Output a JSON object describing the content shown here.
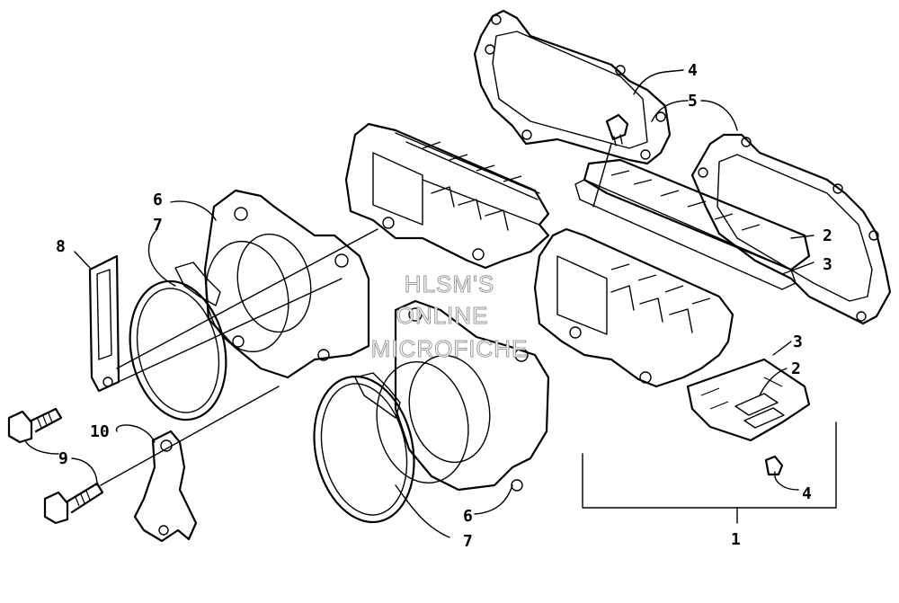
{
  "watermark": {
    "line1": "HLSM'S",
    "line2": "ONLINE",
    "line3": "MICROFICHE"
  },
  "callouts": [
    {
      "id": "c1",
      "text": "1"
    },
    {
      "id": "c2a",
      "text": "2"
    },
    {
      "id": "c2b",
      "text": "2"
    },
    {
      "id": "c3a",
      "text": "3"
    },
    {
      "id": "c3b",
      "text": "3"
    },
    {
      "id": "c4a",
      "text": "4"
    },
    {
      "id": "c4b",
      "text": "4"
    },
    {
      "id": "c5",
      "text": "5"
    },
    {
      "id": "c6a",
      "text": "6"
    },
    {
      "id": "c6b",
      "text": "6"
    },
    {
      "id": "c7a",
      "text": "7"
    },
    {
      "id": "c7b",
      "text": "7"
    },
    {
      "id": "c8",
      "text": "8"
    },
    {
      "id": "c9",
      "text": "9"
    },
    {
      "id": "c10",
      "text": "10"
    }
  ]
}
